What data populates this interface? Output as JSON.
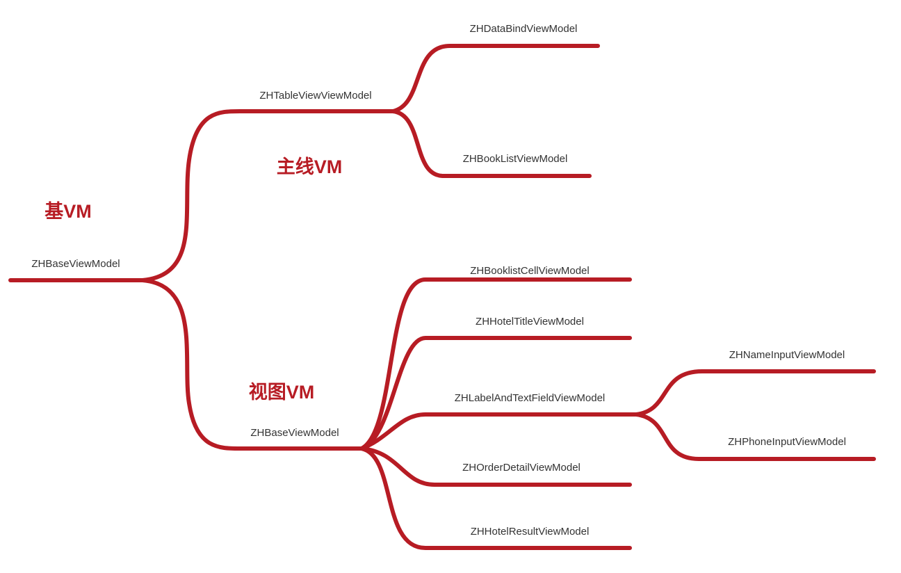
{
  "colors": {
    "branch": "#b71c24",
    "text": "#333333",
    "group_label": "#b71c24"
  },
  "group_labels": {
    "base": "基VM",
    "main": "主线VM",
    "view": "视图VM"
  },
  "nodes": {
    "root": "ZHBaseViewModel",
    "table_vm": "ZHTableViewViewModel",
    "databind_vm": "ZHDataBindViewModel",
    "booklist_vm": "ZHBookListViewModel",
    "view_base_vm": "ZHBaseViewModel",
    "booklist_cell_vm": "ZHBooklistCellViewModel",
    "hotel_title_vm": "ZHHotelTitleViewModel",
    "label_textfield_vm": "ZHLabelAndTextFieldViewModel",
    "name_input_vm": "ZHNameInputViewModel",
    "phone_input_vm": "ZHPhoneInputViewModel",
    "order_detail_vm": "ZHOrderDetailViewModel",
    "hotel_result_vm": "ZHHotelResultViewModel"
  }
}
